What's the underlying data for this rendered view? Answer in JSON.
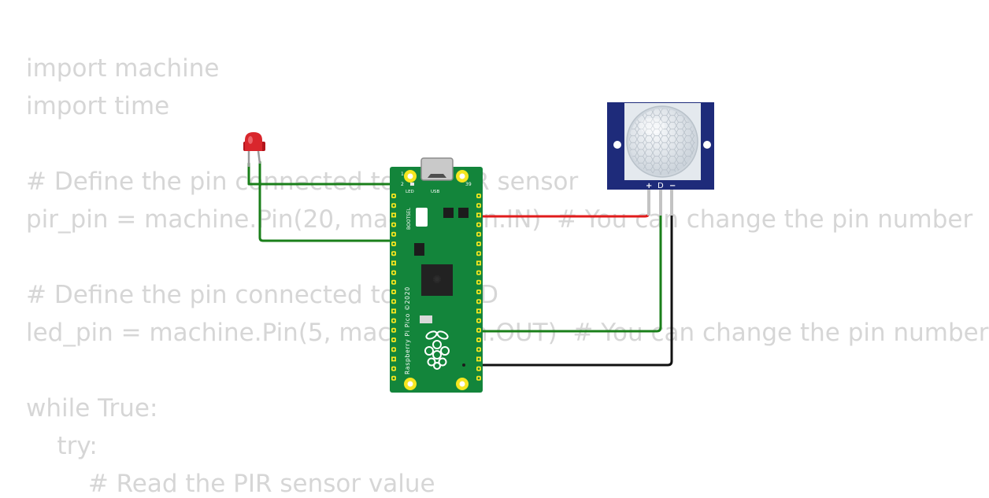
{
  "code": {
    "lines": [
      "import machine",
      "import time",
      "",
      "# Define the pin connected to the PIR sensor",
      "pir_pin = machine.Pin(20, machine.Pin.IN)  # You can change the pin number",
      "",
      "# Define the pin connected to the LED",
      "led_pin = machine.Pin(5, machine.Pin.OUT)  # You can change the pin number",
      "",
      "while True:",
      "    try:",
      "        # Read the PIR sensor value"
    ]
  },
  "board": {
    "name_label": "Raspberry Pi Pico ©2020",
    "bootsel_label": "BOOTSEL",
    "led_label": "LED",
    "usb_label": "USB",
    "pin1_label": "1",
    "pin2_label": "2",
    "pin39_label": "39"
  },
  "pir_sensor": {
    "pin_labels": [
      "+",
      "D",
      "−"
    ]
  },
  "wires": [
    {
      "from": "LED anode",
      "to": "Pico left pin",
      "color": "#1a7f1a"
    },
    {
      "from": "LED cathode",
      "to": "Pico left pin",
      "color": "#1a7f1a"
    },
    {
      "from": "PIR +",
      "to": "Pico VBUS",
      "color": "#e01b1b"
    },
    {
      "from": "PIR D",
      "to": "Pico right pin",
      "color": "#1a7f1a"
    },
    {
      "from": "PIR −",
      "to": "Pico GND",
      "color": "#111111"
    }
  ],
  "colors": {
    "code_text": "#d6d6d6",
    "pcb_green": "#13853b",
    "pad_yellow": "#f5e61f",
    "pir_blue": "#1e2b7a",
    "led_red": "#d9262c"
  }
}
